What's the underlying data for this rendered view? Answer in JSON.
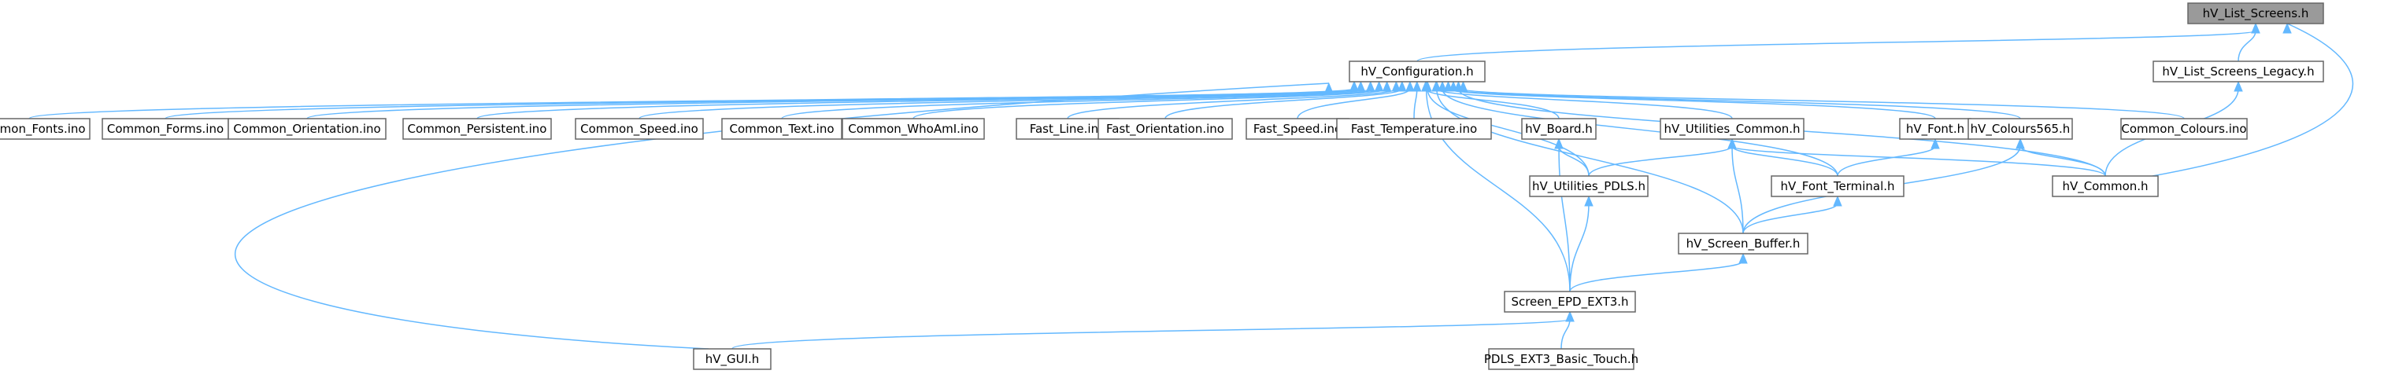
{
  "diagram": {
    "nodes": [
      {
        "id": "listscreens",
        "label": "hV_List_Screens.h",
        "highlight": true
      },
      {
        "id": "legacy",
        "label": "hV_List_Screens_Legacy.h"
      },
      {
        "id": "config",
        "label": "hV_Configuration.h"
      },
      {
        "id": "cfonts",
        "label": "Common_Fonts.ino"
      },
      {
        "id": "cforms",
        "label": "Common_Forms.ino"
      },
      {
        "id": "corient",
        "label": "Common_Orientation.ino"
      },
      {
        "id": "cpersist",
        "label": "Common_Persistent.ino"
      },
      {
        "id": "cspeed",
        "label": "Common_Speed.ino"
      },
      {
        "id": "ctext",
        "label": "Common_Text.ino"
      },
      {
        "id": "cwho",
        "label": "Common_WhoAmI.ino"
      },
      {
        "id": "fline",
        "label": "Fast_Line.ino"
      },
      {
        "id": "forient",
        "label": "Fast_Orientation.ino"
      },
      {
        "id": "fspeed",
        "label": "Fast_Speed.ino"
      },
      {
        "id": "ftemp",
        "label": "Fast_Temperature.ino"
      },
      {
        "id": "board",
        "label": "hV_Board.h"
      },
      {
        "id": "utilc",
        "label": "hV_Utilities_Common.h"
      },
      {
        "id": "font",
        "label": "hV_Font.h"
      },
      {
        "id": "colours",
        "label": "hV_Colours565.h"
      },
      {
        "id": "ccolours",
        "label": "Common_Colours.ino"
      },
      {
        "id": "utilp",
        "label": "hV_Utilities_PDLS.h"
      },
      {
        "id": "fontterm",
        "label": "hV_Font_Terminal.h"
      },
      {
        "id": "common",
        "label": "hV_Common.h"
      },
      {
        "id": "buffer",
        "label": "hV_Screen_Buffer.h"
      },
      {
        "id": "epd",
        "label": "Screen_EPD_EXT3.h"
      },
      {
        "id": "gui",
        "label": "hV_GUI.h"
      },
      {
        "id": "touch",
        "label": "PDLS_EXT3_Basic_Touch.h"
      }
    ],
    "edges": [
      [
        "config",
        "listscreens"
      ],
      [
        "legacy",
        "listscreens"
      ],
      [
        "common",
        "listscreens"
      ],
      [
        "common",
        "legacy"
      ],
      [
        "cfonts",
        "config"
      ],
      [
        "cforms",
        "config"
      ],
      [
        "corient",
        "config"
      ],
      [
        "cpersist",
        "config"
      ],
      [
        "cspeed",
        "config"
      ],
      [
        "ctext",
        "config"
      ],
      [
        "cwho",
        "config"
      ],
      [
        "fline",
        "config"
      ],
      [
        "forient",
        "config"
      ],
      [
        "fspeed",
        "config"
      ],
      [
        "ftemp",
        "config"
      ],
      [
        "board",
        "config"
      ],
      [
        "utilc",
        "config"
      ],
      [
        "font",
        "config"
      ],
      [
        "colours",
        "config"
      ],
      [
        "ccolours",
        "config"
      ],
      [
        "utilp",
        "config"
      ],
      [
        "fontterm",
        "config"
      ],
      [
        "common",
        "config"
      ],
      [
        "buffer",
        "config"
      ],
      [
        "epd",
        "config"
      ],
      [
        "gui",
        "config"
      ],
      [
        "utilp",
        "board"
      ],
      [
        "epd",
        "board"
      ],
      [
        "utilp",
        "utilc"
      ],
      [
        "fontterm",
        "utilc"
      ],
      [
        "common",
        "utilc"
      ],
      [
        "buffer",
        "utilc"
      ],
      [
        "fontterm",
        "font"
      ],
      [
        "common",
        "colours"
      ],
      [
        "buffer",
        "colours"
      ],
      [
        "buffer",
        "fontterm"
      ],
      [
        "epd",
        "utilp"
      ],
      [
        "epd",
        "buffer"
      ],
      [
        "gui",
        "epd"
      ],
      [
        "touch",
        "epd"
      ]
    ]
  }
}
